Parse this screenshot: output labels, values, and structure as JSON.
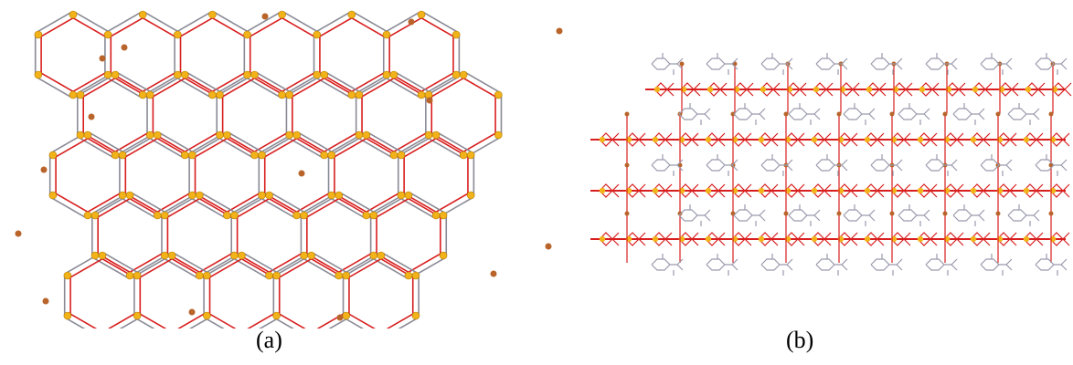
{
  "figure": {
    "panels": [
      {
        "id": "a",
        "caption": "(a)"
      },
      {
        "id": "b",
        "caption": "(b)"
      }
    ],
    "colors": {
      "metal_node": "#f2b21a",
      "terminal_atom": "#b8642a",
      "oxygen_bond": "#d81e1e",
      "carbon_bond": "#8a8a96",
      "guest_molecule": "#9a9aae",
      "background": "#ffffff"
    },
    "icons": [
      "metal-node-sphere",
      "terminal-ligand-atom",
      "guest-molecule"
    ]
  }
}
